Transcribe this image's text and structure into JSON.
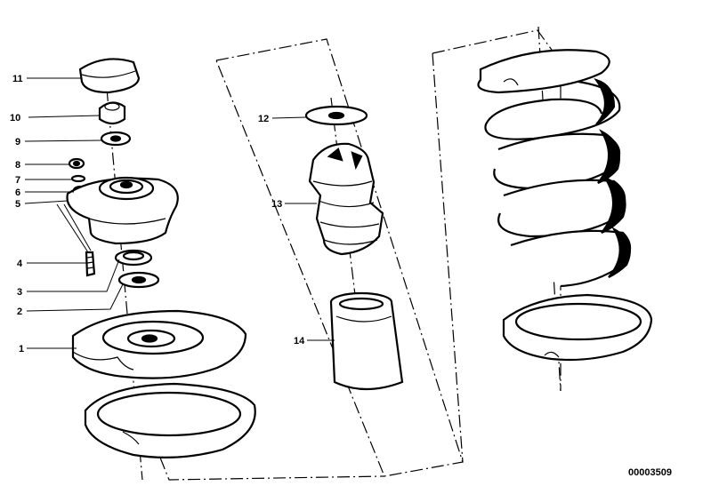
{
  "diagram": {
    "document_number": "00003509",
    "callouts": [
      {
        "id": "1",
        "label": "1"
      },
      {
        "id": "2",
        "label": "2"
      },
      {
        "id": "3",
        "label": "3"
      },
      {
        "id": "4",
        "label": "4"
      },
      {
        "id": "5",
        "label": "5"
      },
      {
        "id": "6",
        "label": "6"
      },
      {
        "id": "7",
        "label": "7"
      },
      {
        "id": "8",
        "label": "8"
      },
      {
        "id": "9",
        "label": "9"
      },
      {
        "id": "10",
        "label": "10"
      },
      {
        "id": "11",
        "label": "11"
      },
      {
        "id": "12",
        "label": "12"
      },
      {
        "id": "13",
        "label": "13"
      },
      {
        "id": "14",
        "label": "14"
      }
    ]
  }
}
